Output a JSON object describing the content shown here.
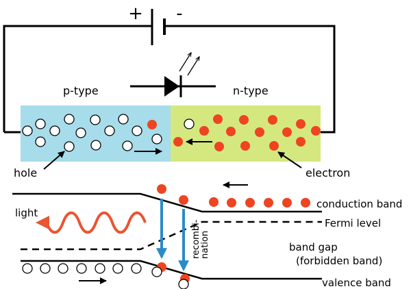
{
  "battery": {
    "plus": "+",
    "minus": "-"
  },
  "regions": {
    "p_type": "p-type",
    "n_type": "n-type"
  },
  "pointers": {
    "hole": "hole",
    "electron": "electron"
  },
  "band_diagram": {
    "light": "light",
    "conduction_band": "conduction band",
    "fermi_level": "Fermi level",
    "band_gap": "band gap",
    "forbidden_band": "(forbidden band)",
    "valence_band": "valence band",
    "recombination_line1": "recombi-",
    "recombination_line2": "nation"
  },
  "colors": {
    "p_region": "#a7dcea",
    "n_region": "#d5e87f",
    "electron": "#ee4422",
    "photon_wave": "#ea5532",
    "recombination_arrow": "#2a8bc7"
  },
  "icon_names": [
    "battery-icon",
    "led-diode-icon",
    "light-emission-arrows-icon",
    "photon-wave-icon"
  ]
}
